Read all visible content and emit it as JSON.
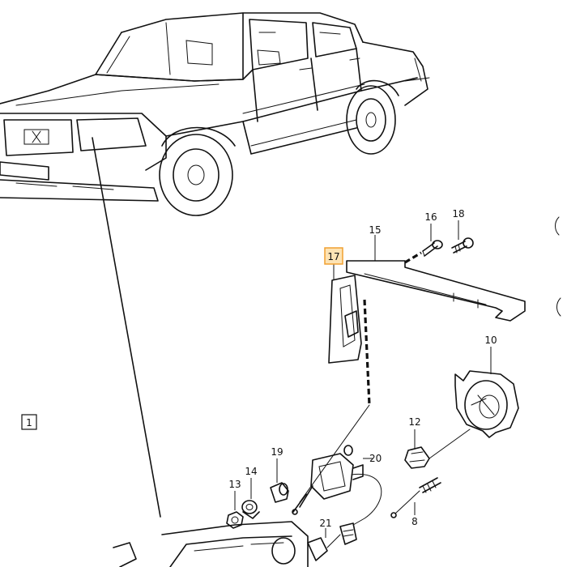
{
  "labels": {
    "ref_1": "1",
    "part_15": "15",
    "part_16": "16",
    "part_18": "18",
    "part_17": "17",
    "part_10": "10",
    "part_12": "12",
    "part_20": "20",
    "part_19": "19",
    "part_14": "14",
    "part_13": "13",
    "part_21": "21",
    "part_8": "8"
  },
  "colors": {
    "ink": "#111111",
    "background": "#ffffff",
    "highlight_fill": "#fde3b4",
    "highlight_stroke": "#f0a030"
  },
  "highlighted_part": "17"
}
